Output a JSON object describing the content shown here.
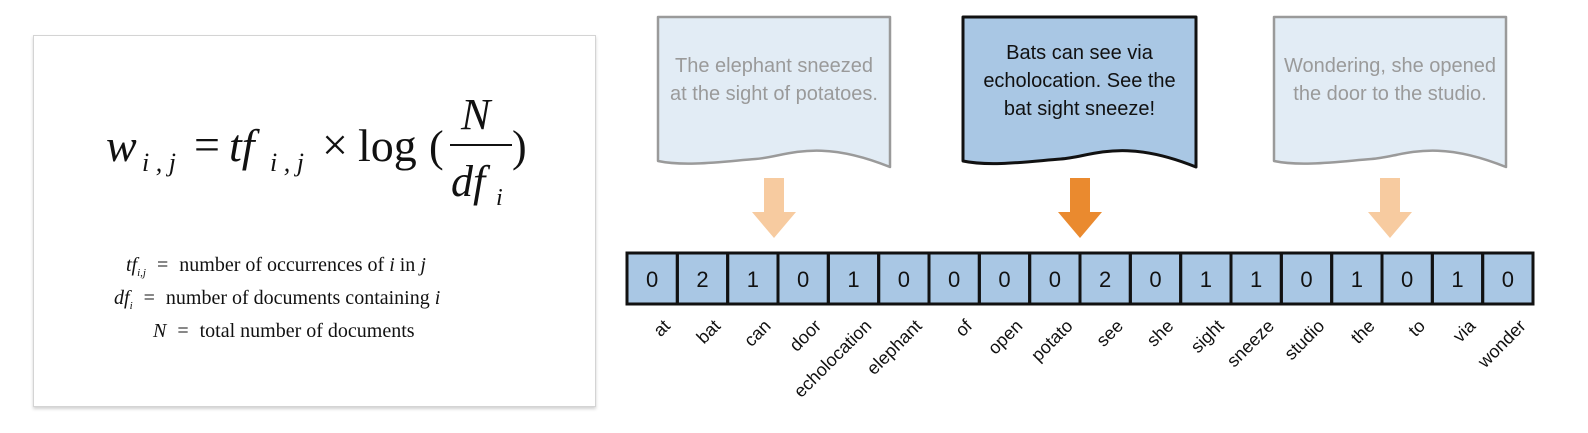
{
  "formula": {
    "w": "w",
    "w_sub": "i , j",
    "equals": "=",
    "tf": "tf",
    "tf_sub": "i , j",
    "times": "×",
    "log": "log",
    "open_paren": "(",
    "numerator": "N",
    "denominator": "df",
    "denominator_sub": "i",
    "close_paren": ")"
  },
  "definitions": [
    {
      "term": "tf",
      "sub": "i,j",
      "eq": "=",
      "desc": "number of occurrences of",
      "var": "i",
      "mid": "in",
      "var2": "j"
    },
    {
      "term": "df",
      "sub": "i",
      "eq": "=",
      "desc": "number of documents containing",
      "var": "i"
    },
    {
      "term": "N",
      "eq": "=",
      "desc": "total number of documents"
    }
  ],
  "documents": [
    {
      "lines": [
        "The elephant sneezed",
        "at the sight of potatoes."
      ],
      "highlighted": false
    },
    {
      "lines": [
        "Bats can see via",
        "echolocation. See the",
        "bat sight sneeze!"
      ],
      "highlighted": true
    },
    {
      "lines": [
        "Wondering, she opened",
        "the door to the studio."
      ],
      "highlighted": false
    }
  ],
  "vector": {
    "values": [
      "0",
      "2",
      "1",
      "0",
      "1",
      "0",
      "0",
      "0",
      "0",
      "2",
      "0",
      "1",
      "1",
      "0",
      "1",
      "0",
      "1",
      "0"
    ],
    "words": [
      "at",
      "bat",
      "can",
      "door",
      "echolocation",
      "elephant",
      "of",
      "open",
      "potato",
      "see",
      "she",
      "sight",
      "sneeze",
      "studio",
      "the",
      "to",
      "via",
      "wonder"
    ]
  },
  "colors": {
    "doc_light_fill": "#e2ecf5",
    "doc_light_stroke": "#9a9a9a",
    "doc_light_text": "#9a9a9a",
    "doc_dark_fill": "#a9c7e4",
    "doc_dark_stroke": "#111111",
    "doc_dark_text": "#111111",
    "arrow_light": "#f7cba0",
    "arrow_dark": "#ea8a2f",
    "cell_fill": "#a9c7e4",
    "cell_stroke": "#111111"
  }
}
